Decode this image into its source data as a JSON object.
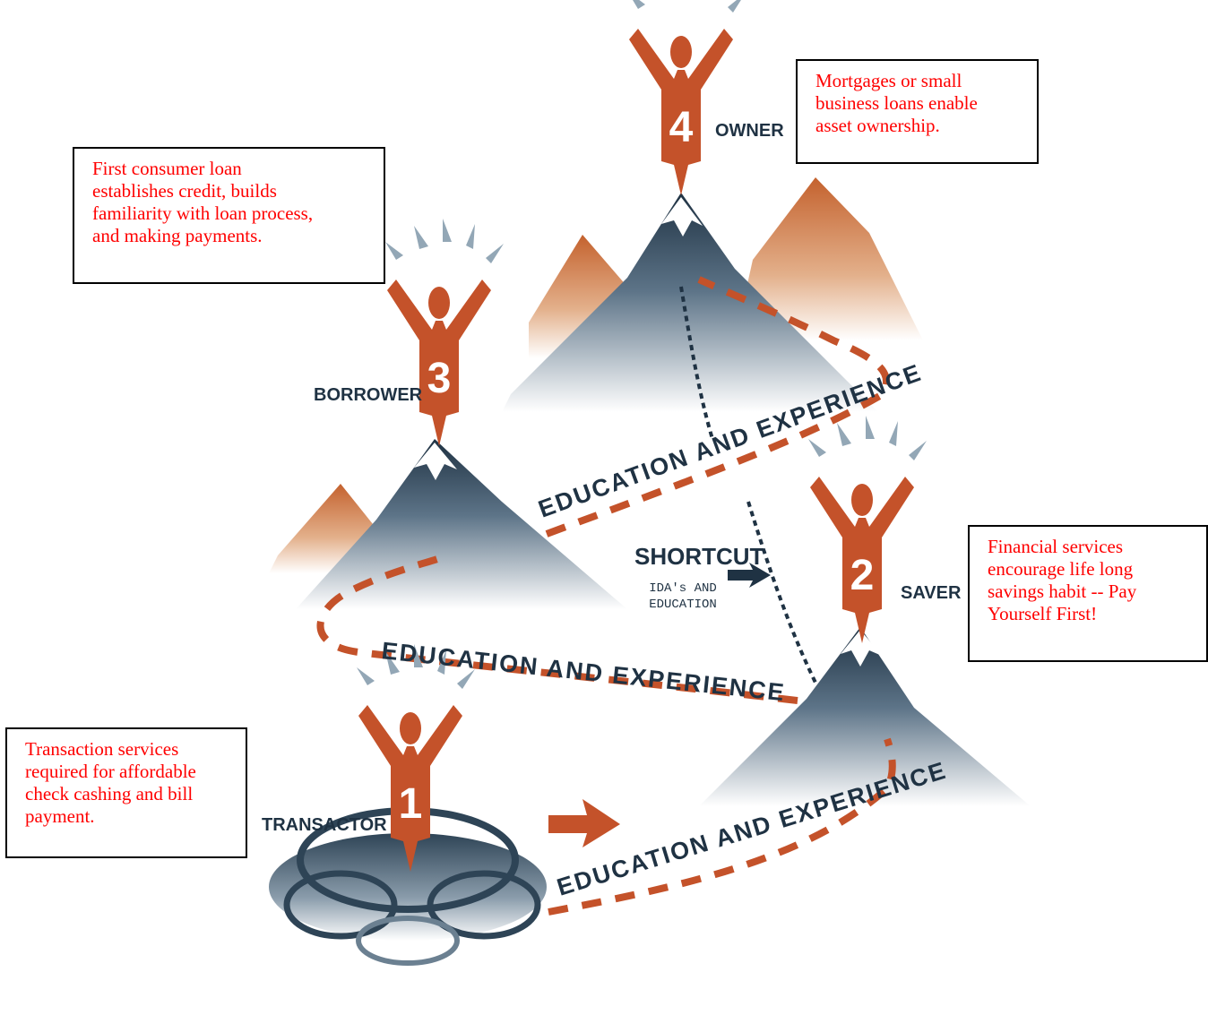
{
  "stages": {
    "owner": {
      "number": "4",
      "label": "OWNER"
    },
    "borrower": {
      "number": "3",
      "label": "BORROWER"
    },
    "saver": {
      "number": "2",
      "label": "SAVER"
    },
    "transactor": {
      "number": "1",
      "label": "TRANSACTOR"
    }
  },
  "paths": {
    "upper": "EDUCATION AND EXPERIENCE",
    "middle": "EDUCATION AND EXPERIENCE",
    "lower": "EDUCATION AND EXPERIENCE"
  },
  "shortcut": {
    "title": "SHORTCUT",
    "line1": "IDA's AND",
    "line2": "EDUCATION"
  },
  "notes": {
    "owner": "Mortgages or small\nbusiness loans enable\nasset ownership.",
    "borrower": "First consumer loan\nestablishes credit, builds\nfamiliarity with loan process,\nand making payments.",
    "saver": "Financial services\nencourage life long\nsavings habit -- Pay\nYourself First!",
    "transactor": "Transaction services\nrequired for affordable\ncheck cashing and bill\npayment."
  },
  "colors": {
    "figure": "#c4522a",
    "mountain": "#5d7488",
    "mountain_peak": "#1f3243",
    "back_mountain": "#d4895a",
    "path": "#c4522a",
    "note_text": "#ff0000",
    "text_dark": "#1f3243"
  }
}
